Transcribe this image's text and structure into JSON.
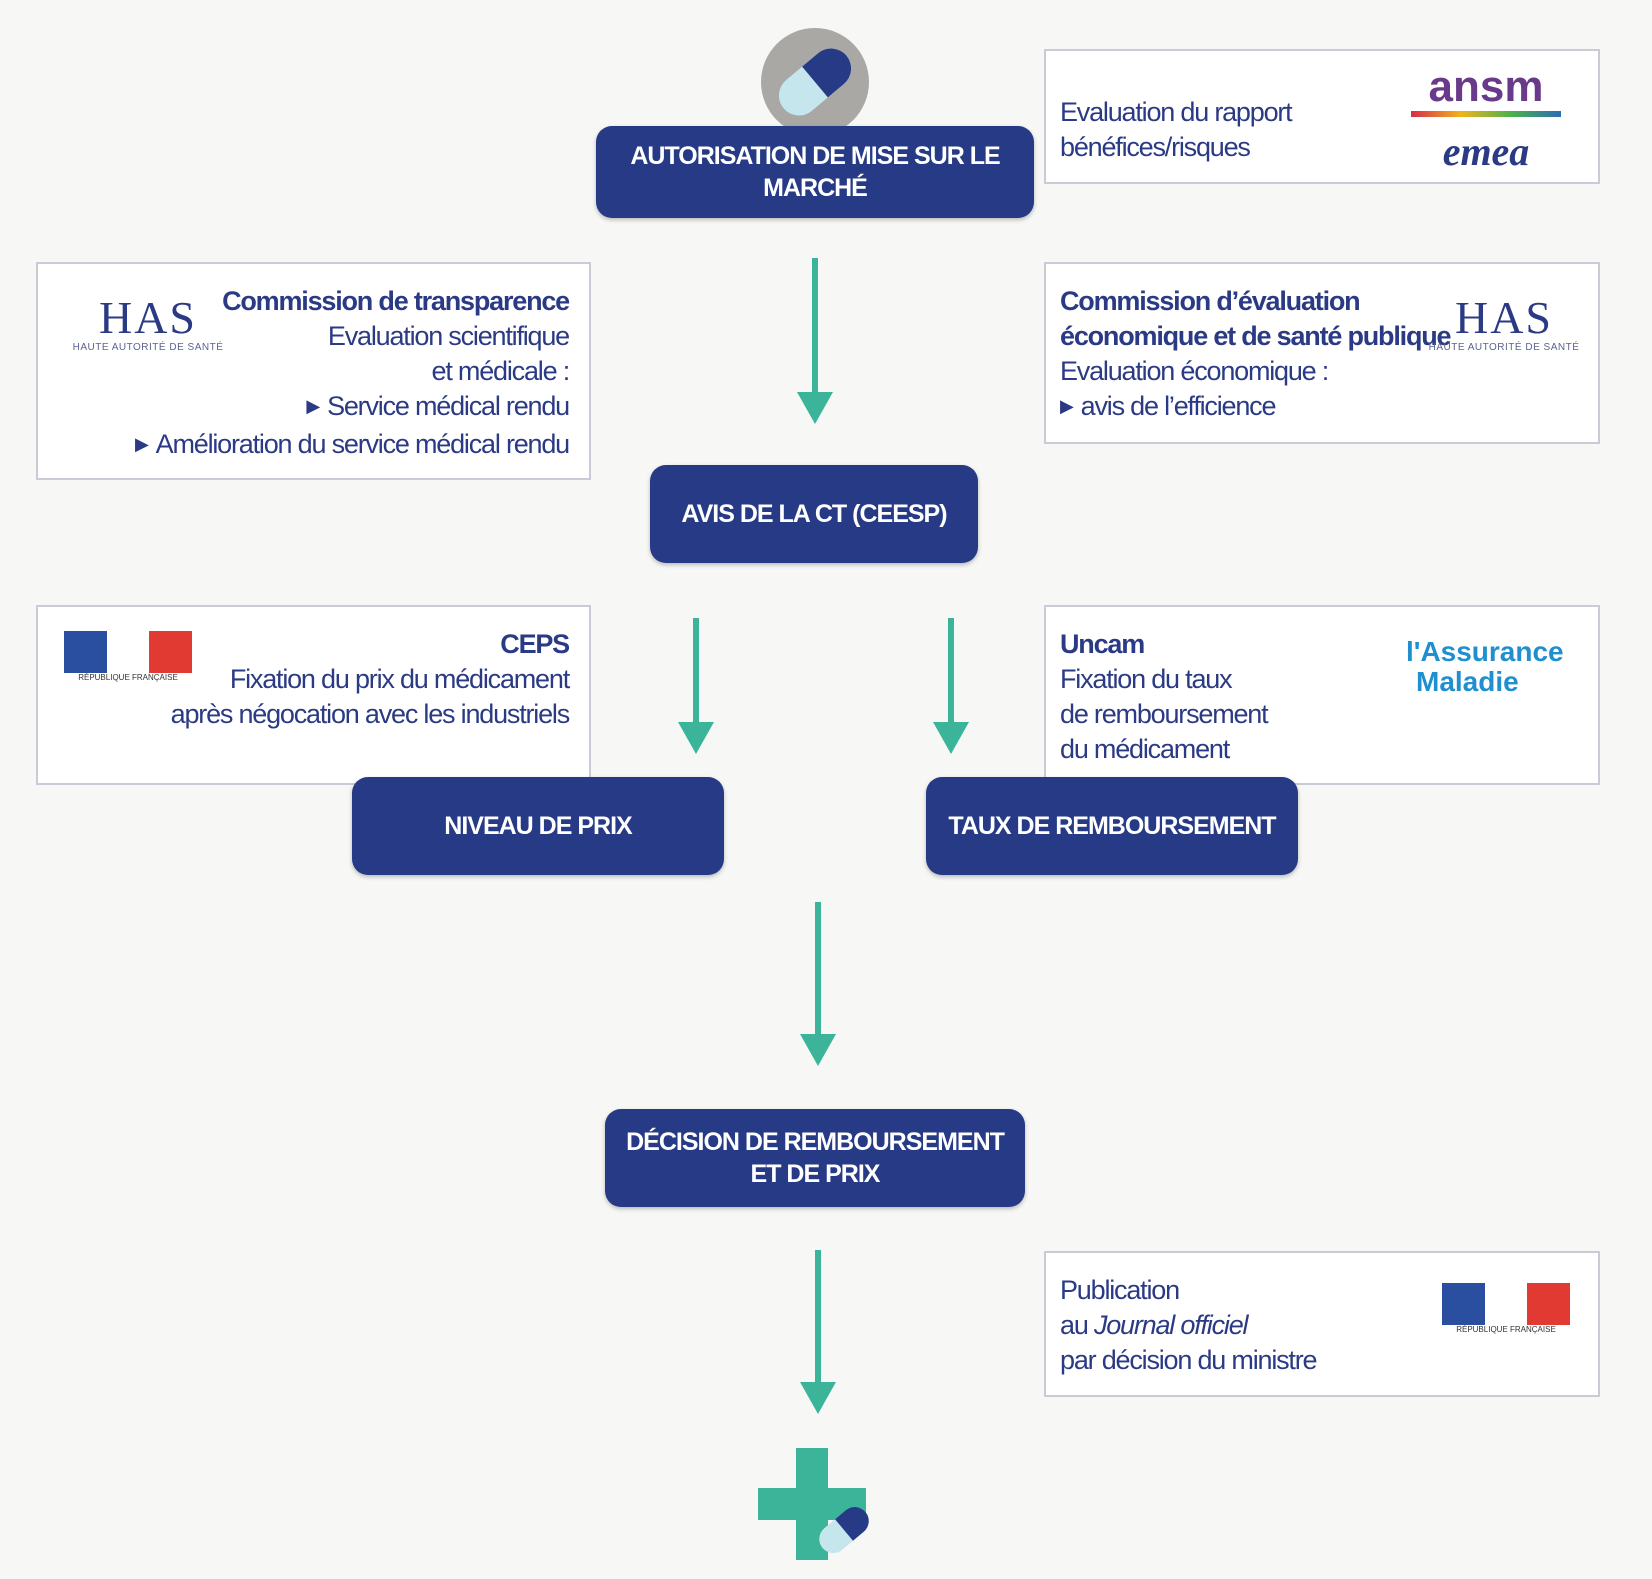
{
  "steps": {
    "amm": "AUTORISATION DE MISE SUR LE MARCHÉ",
    "avis": "AVIS DE LA CT (CEESP)",
    "niveau": "NIVEAU DE PRIX",
    "taux": "TAUX DE REMBOURSEMENT",
    "decision_line1": "DÉCISION DE REMBOURSEMENT",
    "decision_line2": "ET DE PRIX"
  },
  "boxes": {
    "ansm": {
      "line1": "Evaluation du rapport",
      "line2": "bénéfices/risques"
    },
    "ct": {
      "title": "Commission de transparence",
      "line1": "Evaluation scientifique",
      "line2": "et médicale :",
      "bullet1": "Service médical rendu",
      "bullet2": "Amélioration du service médical rendu"
    },
    "ceesp": {
      "title1": "Commission d’évaluation",
      "title2": "économique et de santé publique",
      "line1": "Evaluation économique :",
      "bullet1": "avis de l’efficience"
    },
    "ceps": {
      "title": "CEPS",
      "line1": "Fixation du prix du médicament",
      "line2": "après négocation avec les industriels"
    },
    "uncam": {
      "title": "Uncam",
      "line1": "Fixation du taux",
      "line2": "de remboursement",
      "line3": "du médicament"
    },
    "jo": {
      "line1": "Publication",
      "line2_prefix": "au ",
      "line2_italic": "Journal officiel",
      "line3": "par décision du ministre"
    }
  },
  "logos": {
    "has": {
      "text": "HAS",
      "subtitle": "HAUTE AUTORITÉ DE SANTÉ"
    },
    "ansm": "ansm",
    "emea": "emea",
    "assurance": {
      "line1": "l'Assurance",
      "line2": "Maladie"
    },
    "rf": "RÉPUBLIQUE FRANÇAISE"
  },
  "icons": {
    "pill": "pill-icon",
    "cross": "medical-cross-icon"
  },
  "colors": {
    "navy": "#263a86",
    "teal": "#3bb49a",
    "text": "#2b3a84",
    "border": "#c9ccd6",
    "flag_blue": "#2b4fa0",
    "flag_red": "#e03a33"
  }
}
